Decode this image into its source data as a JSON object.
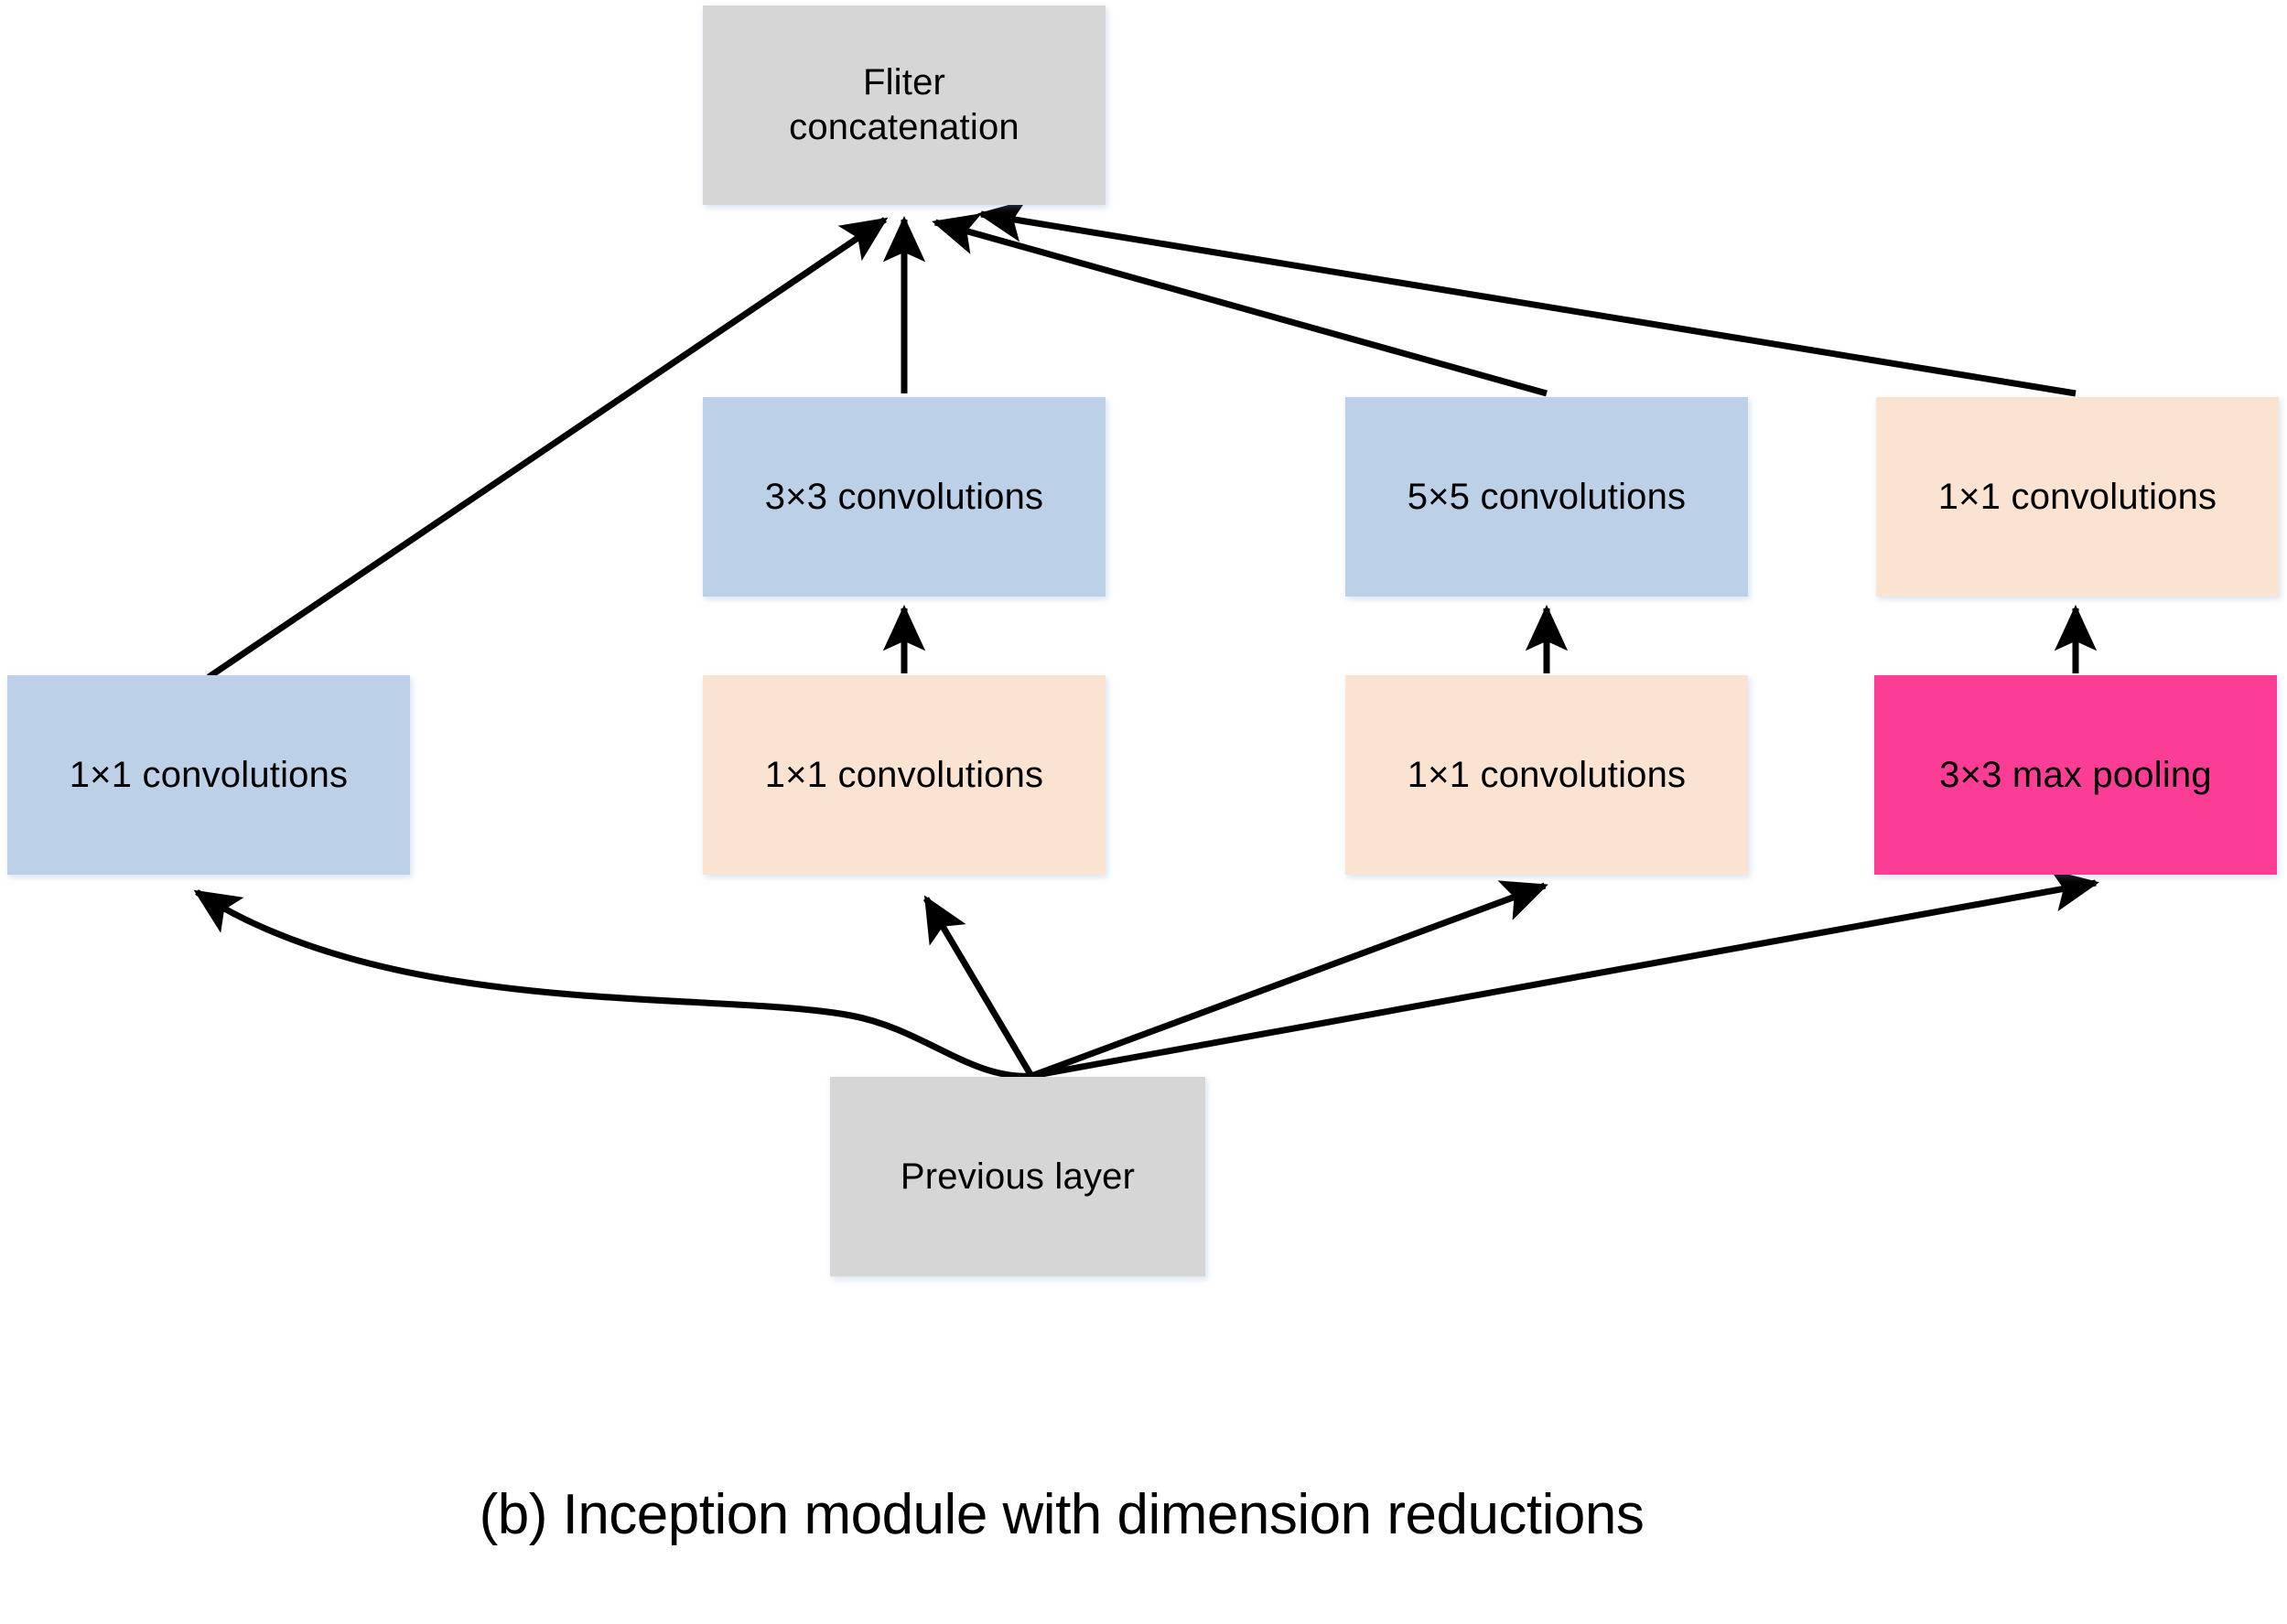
{
  "figure": {
    "caption": "(b) Inception module with dimension reductions",
    "colors": {
      "gray": "#d6d6d6",
      "blue": "#bcd0e8",
      "peach": "#fae3d0",
      "pink": "#fb3d96",
      "edge": "#000000",
      "background": "#ffffff"
    }
  },
  "nodes": {
    "concat": {
      "label": "Fliter concatenation",
      "line1": "Fliter",
      "line2": "concatenation",
      "color": "#d6d6d6"
    },
    "conv3x3": {
      "label": "3×3 convolutions",
      "color": "#bcd0e8"
    },
    "conv5x5": {
      "label": "5×5 convolutions",
      "color": "#bcd0e8"
    },
    "conv1x1_pool_branch": {
      "label": "1×1 convolutions",
      "color": "#fae3d0"
    },
    "conv1x1_direct": {
      "label": "1×1 convolutions",
      "color": "#bcd0e8"
    },
    "conv1x1_before3x3": {
      "label": "1×1 convolutions",
      "color": "#fae3d0"
    },
    "conv1x1_before5x5": {
      "label": "1×1 convolutions",
      "color": "#fae3d0"
    },
    "maxpool": {
      "label": "3×3 max pooling",
      "color": "#fb3d96"
    },
    "previous": {
      "label": "Previous layer",
      "color": "#d6d6d6"
    }
  },
  "edges": [
    {
      "from": "previous",
      "to": "conv1x1_direct",
      "style": "curved"
    },
    {
      "from": "previous",
      "to": "conv1x1_before3x3",
      "style": "straight"
    },
    {
      "from": "previous",
      "to": "conv1x1_before5x5",
      "style": "straight"
    },
    {
      "from": "previous",
      "to": "maxpool",
      "style": "straight"
    },
    {
      "from": "conv1x1_before3x3",
      "to": "conv3x3",
      "style": "straight"
    },
    {
      "from": "conv1x1_before5x5",
      "to": "conv5x5",
      "style": "straight"
    },
    {
      "from": "maxpool",
      "to": "conv1x1_pool_branch",
      "style": "straight"
    },
    {
      "from": "conv1x1_direct",
      "to": "concat",
      "style": "straight"
    },
    {
      "from": "conv3x3",
      "to": "concat",
      "style": "straight"
    },
    {
      "from": "conv5x5",
      "to": "concat",
      "style": "straight"
    },
    {
      "from": "conv1x1_pool_branch",
      "to": "concat",
      "style": "straight"
    }
  ]
}
